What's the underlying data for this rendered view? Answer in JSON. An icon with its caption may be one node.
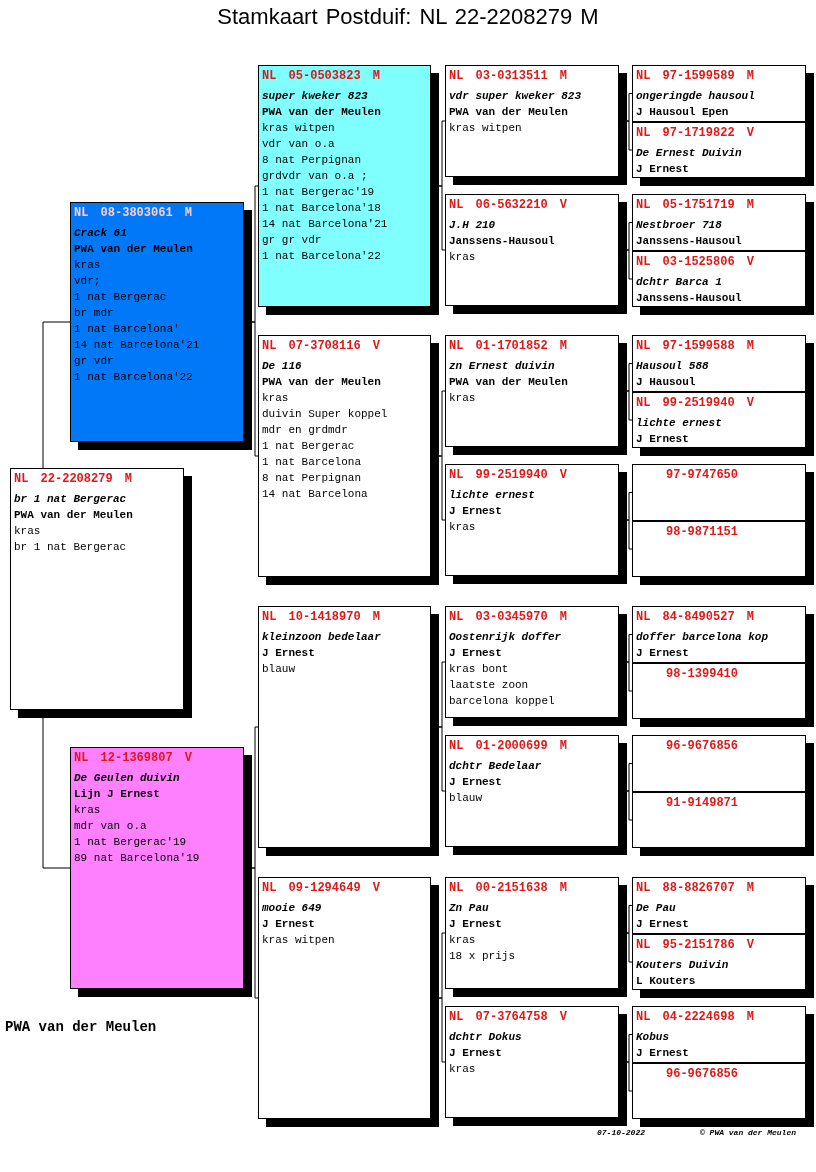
{
  "diagram": {
    "title": "Stamkaart Postduif: NL 22-2208279 M",
    "nodes": [
      {
        "text": [
          "NL 22-2208279 M",
          "br 1 nat Bergerac",
          "PWA van der Meulen",
          "kras",
          "br 1 nat Bergerac"
        ]
      },
      {
        "text": [
          "NL 08-3803061 M",
          "Crack 61",
          "PWA van der Meulen",
          "kras",
          "vdr;",
          "1 nat Bergerac",
          "br mdr",
          "1 nat Barcelona'",
          "14 nat Barcelona'21",
          "gr vdr",
          "1 nat Barcelona'22"
        ]
      },
      {
        "text": [
          "NL 12-1369807 V",
          "De Geulen duivin",
          "Lijn J Ernest",
          "kras",
          "mdr van o.a",
          "1 nat Bergerac'19",
          "89 nat Barcelona'19"
        ]
      },
      {
        "text": [
          "NL 05-0503823 M",
          "super kweker 823",
          "PWA van der Meulen",
          "kras witpen",
          "vdr van o.a",
          "8 nat Perpignan",
          "grdvdr van o.a ;",
          "1 nat Bergerac'19",
          "1 nat Barcelona'18",
          "14 nat Barcelona'21",
          "gr gr vdr",
          "1 nat Barcelona'22"
        ]
      },
      {
        "text": [
          "NL 07-3708116 V",
          "De 116",
          "PWA van der Meulen",
          "kras",
          "duivin Super koppel",
          "mdr en grdmdr",
          "1 nat Bergerac",
          "1 nat Barcelona",
          "8 nat Perpignan",
          "14 nat Barcelona"
        ]
      },
      {
        "text": [
          "NL 10-1418970 M",
          "kleinzoon bedelaar",
          "J Ernest",
          "blauw"
        ]
      },
      {
        "text": [
          "NL 09-1294649 V",
          "mooie 649",
          "J Ernest",
          "kras witpen"
        ]
      },
      {
        "text": [
          "NL 03-0313511 M",
          "vdr super kweker 823",
          "PWA van der Meulen",
          "kras witpen"
        ]
      },
      {
        "text": [
          "NL 06-5632210 V",
          "J.H 210",
          "Janssens-Hausoul",
          "kras"
        ]
      },
      {
        "text": [
          "NL 01-1701852 M",
          "zn Ernest duivin",
          "PWA van der Meulen",
          "kras"
        ]
      },
      {
        "text": [
          "NL 99-2519940 V",
          "lichte ernest",
          "J Ernest",
          "kras"
        ]
      },
      {
        "text": [
          "NL 03-0345970 M",
          "Oostenrijk doffer",
          "J Ernest",
          "kras bont",
          "laatste zoon",
          "barcelona koppel"
        ]
      },
      {
        "text": [
          "NL 01-2000699 M",
          "dchtr Bedelaar",
          "J Ernest",
          "blauw"
        ]
      },
      {
        "text": [
          "NL 00-2151638 M",
          "Zn Pau",
          "J Ernest",
          "kras",
          "18 x prijs"
        ]
      },
      {
        "text": [
          "NL 07-3764758 V",
          "dchtr Dokus",
          "J Ernest",
          "kras"
        ]
      },
      {
        "text": [
          "NL 97-1599589 M",
          "ongeringde hausoul",
          "J Hausoul Epen"
        ]
      },
      {
        "text": [
          "NL 97-1719822 V",
          "De Ernest Duivin",
          "J Ernest"
        ]
      },
      {
        "text": [
          "NL 05-1751719 M",
          "Nestbroer 718",
          "Janssens-Hausoul"
        ]
      },
      {
        "text": [
          "NL 03-1525806 V",
          "dchtr Barca 1",
          "Janssens-Hausoul"
        ]
      },
      {
        "text": [
          "NL 97-1599588 M",
          "Hausoul 588",
          "J Hausoul"
        ]
      },
      {
        "text": [
          "NL 99-2519940 V",
          "lichte ernest",
          "J Ernest"
        ]
      },
      {
        "text": [
          "97-9747650"
        ]
      },
      {
        "text": [
          "98-9871151"
        ]
      },
      {
        "text": [
          "NL 84-8490527 M",
          "doffer barcelona kop",
          "J Ernest"
        ]
      },
      {
        "text": [
          "98-1399410"
        ]
      },
      {
        "text": [
          "96-9676856"
        ]
      },
      {
        "text": [
          "91-9149871"
        ]
      },
      {
        "text": [
          "NL 88-8826707 M",
          "De Pau",
          "J Ernest"
        ]
      },
      {
        "text": [
          "NL 95-2151786 V",
          "Kouters Duivin",
          "L Kouters"
        ]
      },
      {
        "text": [
          "NL 04-2224698 M",
          "Kobus",
          "J Ernest"
        ]
      },
      {
        "text": [
          "96-9676856"
        ]
      }
    ],
    "edges": [
      {
        "from": 0,
        "to": 1,
        "arrow": "none"
      },
      {
        "from": 0,
        "to": 2,
        "arrow": "none"
      },
      {
        "from": 1,
        "to": 3,
        "arrow": "none"
      },
      {
        "from": 1,
        "to": 4,
        "arrow": "none"
      },
      {
        "from": 2,
        "to": 5,
        "arrow": "none"
      },
      {
        "from": 2,
        "to": 6,
        "arrow": "none"
      },
      {
        "from": 3,
        "to": 7,
        "arrow": "none"
      },
      {
        "from": 3,
        "to": 8,
        "arrow": "none"
      },
      {
        "from": 4,
        "to": 9,
        "arrow": "none"
      },
      {
        "from": 4,
        "to": 10,
        "arrow": "none"
      },
      {
        "from": 5,
        "to": 11,
        "arrow": "none"
      },
      {
        "from": 5,
        "to": 12,
        "arrow": "none"
      },
      {
        "from": 6,
        "to": 13,
        "arrow": "none"
      },
      {
        "from": 6,
        "to": 14,
        "arrow": "none"
      },
      {
        "from": 7,
        "to": 15,
        "arrow": "none"
      },
      {
        "from": 7,
        "to": 16,
        "arrow": "none"
      },
      {
        "from": 8,
        "to": 17,
        "arrow": "none"
      },
      {
        "from": 8,
        "to": 18,
        "arrow": "none"
      },
      {
        "from": 9,
        "to": 19,
        "arrow": "none"
      },
      {
        "from": 9,
        "to": 20,
        "arrow": "none"
      },
      {
        "from": 10,
        "to": 21,
        "arrow": "none"
      },
      {
        "from": 10,
        "to": 22,
        "arrow": "none"
      },
      {
        "from": 11,
        "to": 23,
        "arrow": "none"
      },
      {
        "from": 11,
        "to": 24,
        "arrow": "none"
      },
      {
        "from": 12,
        "to": 25,
        "arrow": "none"
      },
      {
        "from": 12,
        "to": 26,
        "arrow": "none"
      },
      {
        "from": 13,
        "to": 27,
        "arrow": "none"
      },
      {
        "from": 13,
        "to": 28,
        "arrow": "none"
      },
      {
        "from": 14,
        "to": 29,
        "arrow": "none"
      },
      {
        "from": 14,
        "to": 30,
        "arrow": "none"
      }
    ],
    "labels": [
      "PWA van der Meulen",
      "07-10-2022",
      "© PWA van der Meulen"
    ]
  }
}
